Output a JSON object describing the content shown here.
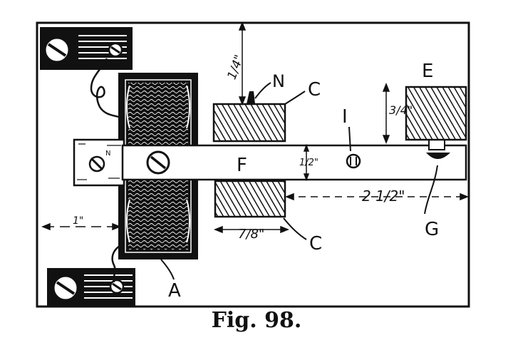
{
  "figure": {
    "caption": "Fig. 98.",
    "labels": {
      "A": "A",
      "C_top": "C",
      "C_bottom": "C",
      "E": "E",
      "F": "F",
      "G": "G",
      "I": "I",
      "N": "N"
    },
    "dimensions": {
      "top_gap": "1/4\"",
      "right_gap": "3/4\"",
      "strip_width": "1/2\"",
      "block_width": "7/8\"",
      "left_offset": "1\"",
      "right_length": "2 1/2\""
    }
  },
  "colors": {
    "ink": "#111111",
    "paper": "#ffffff"
  }
}
